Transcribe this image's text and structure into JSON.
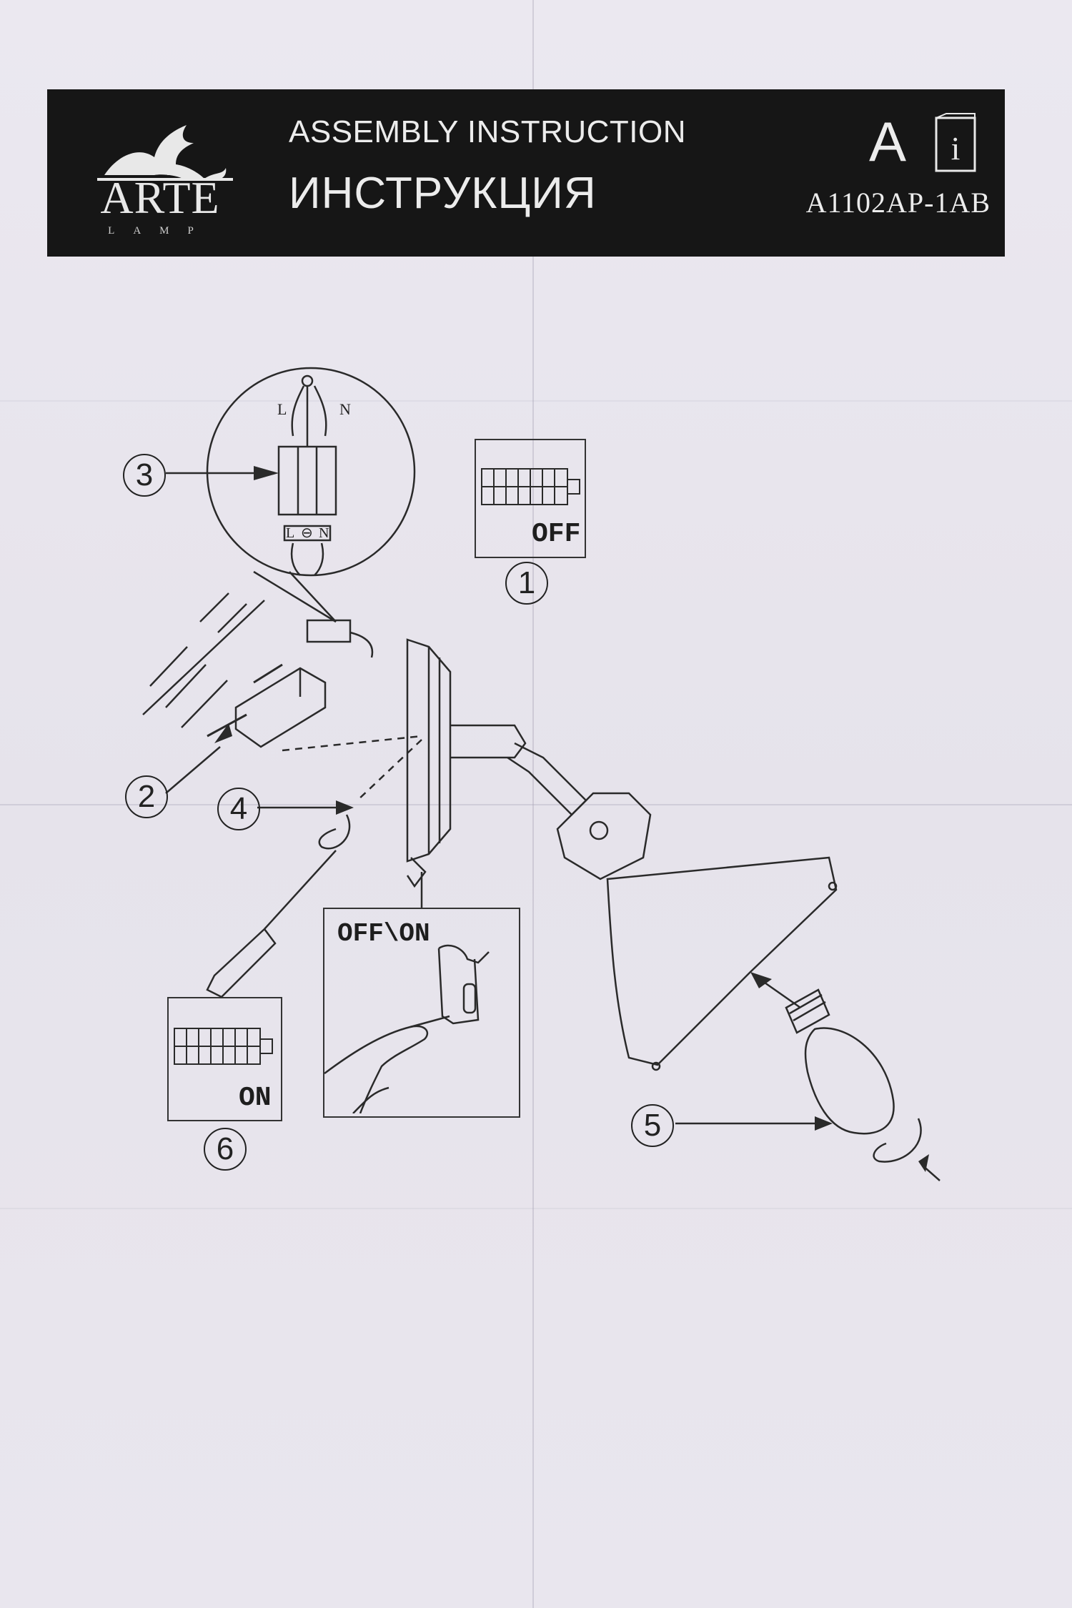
{
  "header": {
    "brand_name": "ARTE",
    "brand_sub": "LAMP",
    "title_en": "ASSEMBLY INSTRUCTION",
    "title_ru": "ИНСТРУКЦИЯ",
    "lang_badge": "A",
    "info_glyph": "i",
    "model": "A1102AP-1AB",
    "logo_icon": "griffin-logo-icon",
    "info_icon": "info-book-icon"
  },
  "steps": [
    "1",
    "2",
    "3",
    "4",
    "5",
    "6"
  ],
  "breaker_off_label": "OFF",
  "breaker_on_label": "ON",
  "switch_label": "OFF\\ON",
  "terminal_labels": {
    "live": "L",
    "neutral": "N",
    "ground_symbol": "⊖"
  },
  "colors": {
    "header_bg": "#161616",
    "paper": "#e9e6ee",
    "line": "#2a2a2a"
  }
}
